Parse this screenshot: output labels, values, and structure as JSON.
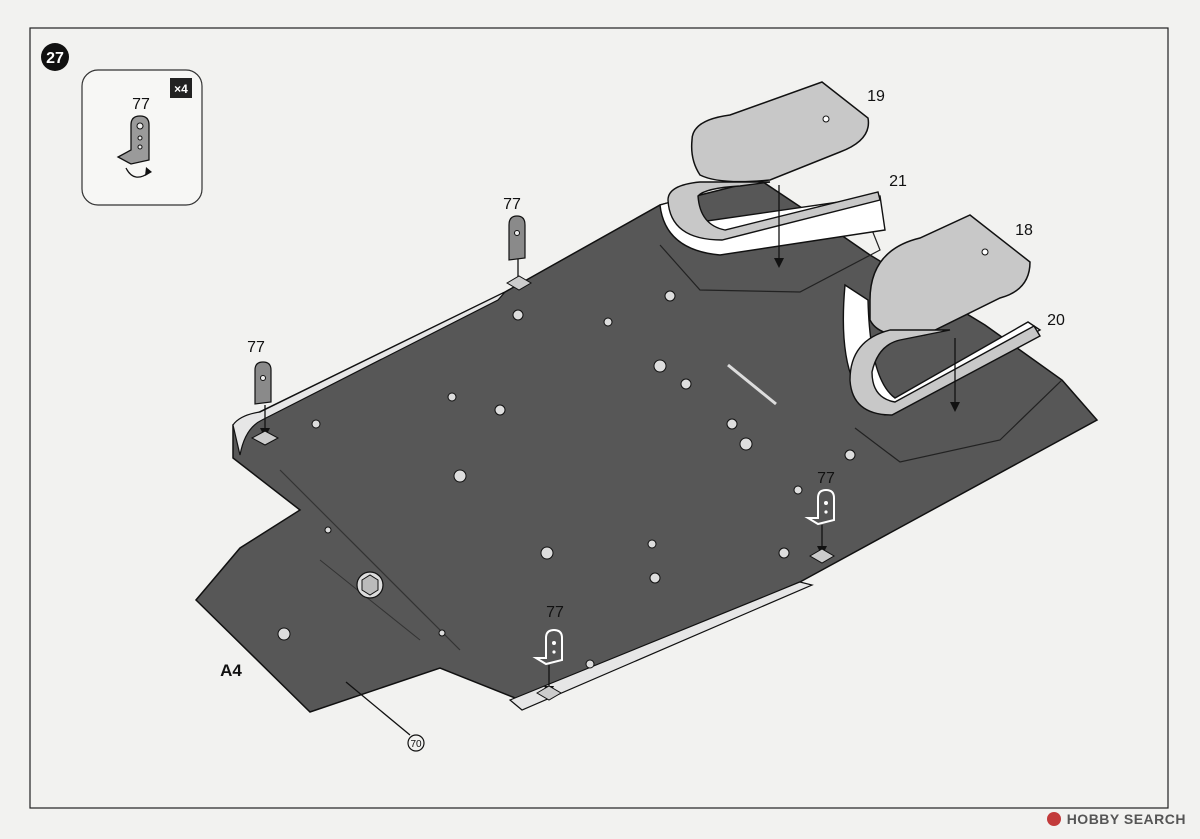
{
  "step": {
    "number": "27"
  },
  "inset": {
    "part_number": "77",
    "quantity": "×4"
  },
  "main_part": {
    "label": "A4",
    "sub_label": "70"
  },
  "parts": [
    {
      "id": "p19",
      "number": "19"
    },
    {
      "id": "p21",
      "number": "21"
    },
    {
      "id": "p18",
      "number": "18"
    },
    {
      "id": "p20",
      "number": "20"
    },
    {
      "id": "p77a",
      "number": "77"
    },
    {
      "id": "p77b",
      "number": "77"
    },
    {
      "id": "p77c",
      "number": "77"
    },
    {
      "id": "p77d",
      "number": "77"
    }
  ],
  "watermark": {
    "text": "HOBBY SEARCH"
  },
  "colors": {
    "chassis": "#555555",
    "seat": "#c8c8c8",
    "outline": "#111111",
    "paper": "#f2f2f0"
  }
}
